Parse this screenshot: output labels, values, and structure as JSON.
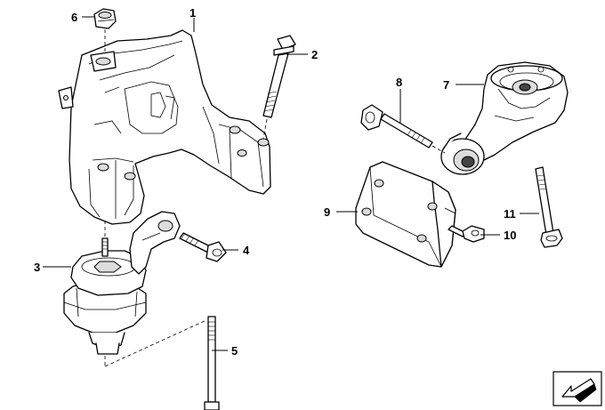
{
  "callouts": [
    {
      "id": "c1",
      "text": "1"
    },
    {
      "id": "c2",
      "text": "2"
    },
    {
      "id": "c3",
      "text": "3"
    },
    {
      "id": "c4",
      "text": "4"
    },
    {
      "id": "c5",
      "text": "5"
    },
    {
      "id": "c6",
      "text": "6"
    },
    {
      "id": "c7",
      "text": "7"
    },
    {
      "id": "c8",
      "text": "8"
    },
    {
      "id": "c9",
      "text": "9"
    },
    {
      "id": "c10",
      "text": "10"
    },
    {
      "id": "c11",
      "text": "11"
    }
  ],
  "icons": {
    "direction_badge": "arrow-down-left-icon"
  }
}
